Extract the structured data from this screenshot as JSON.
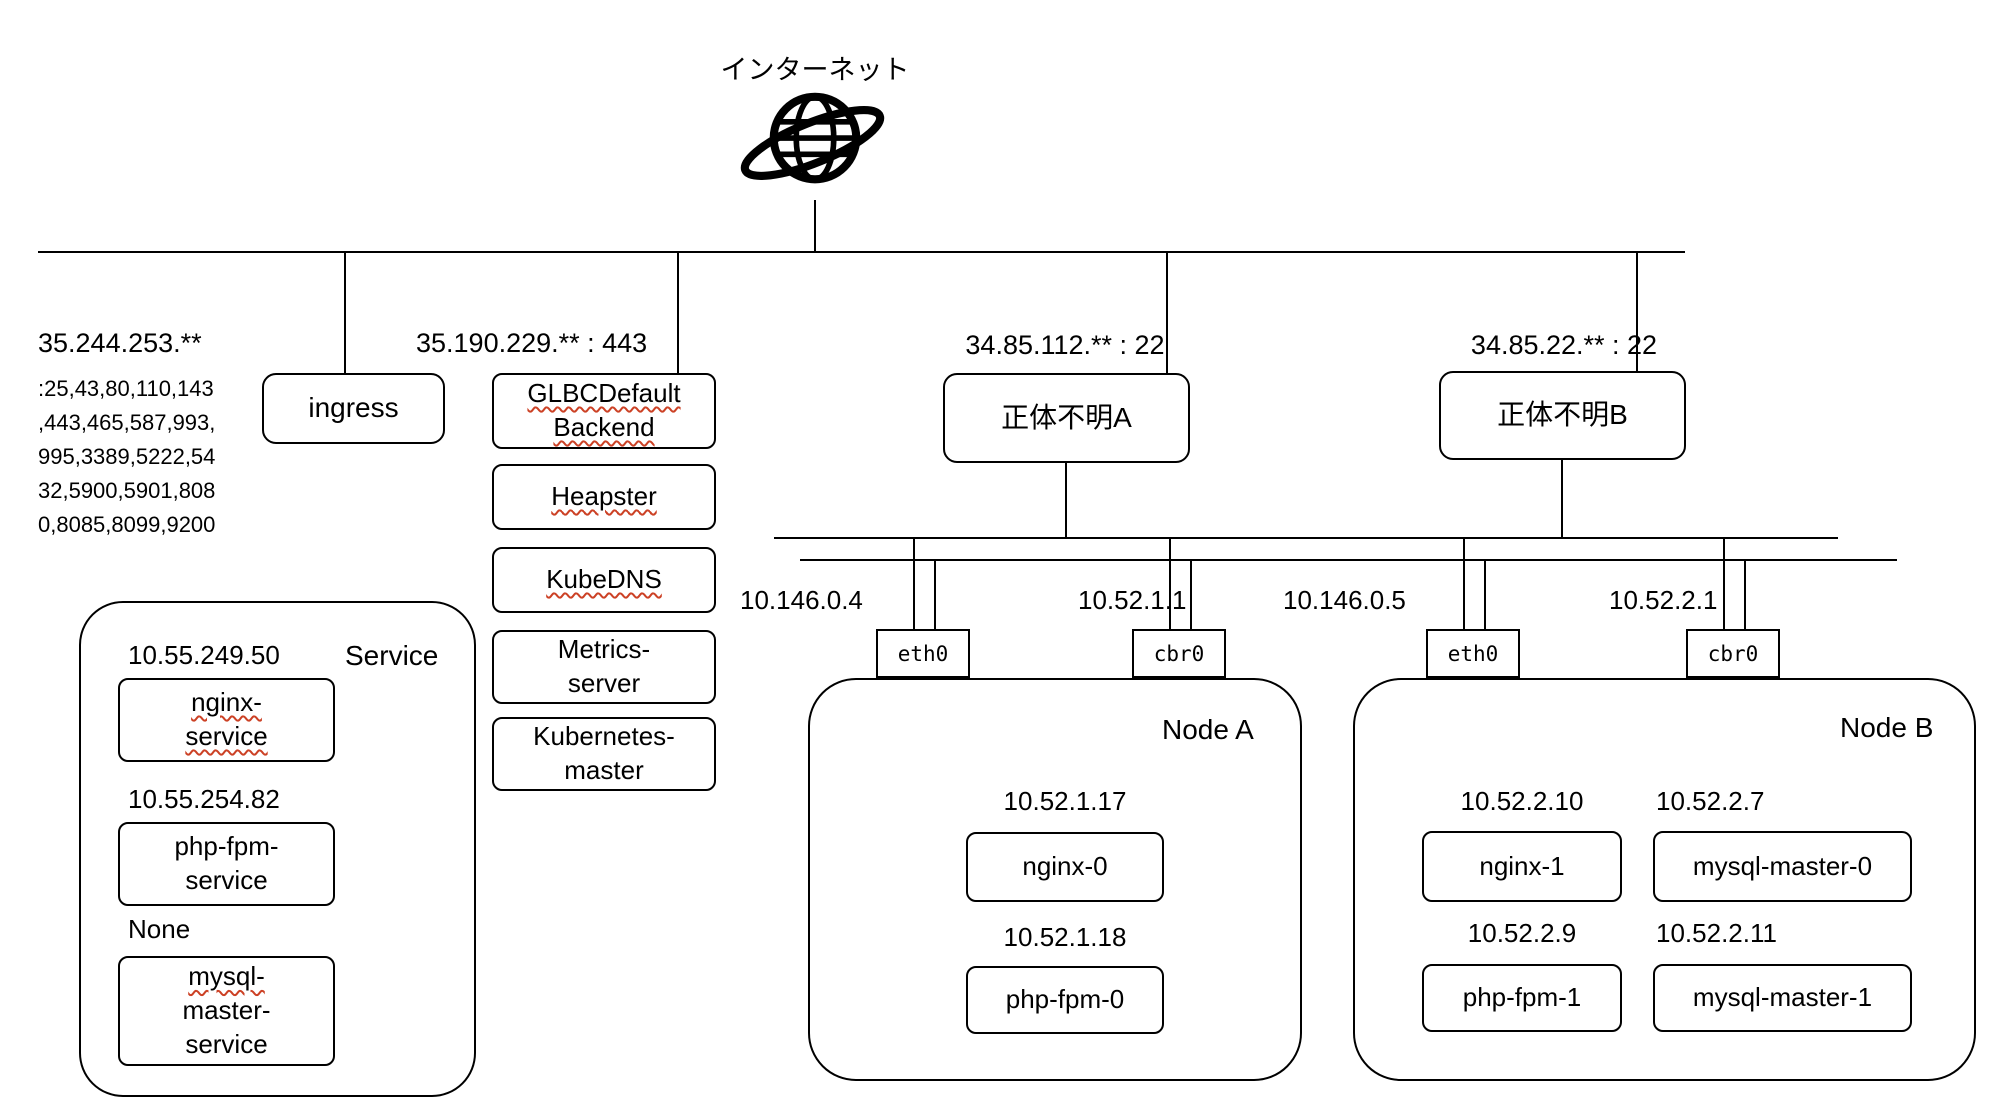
{
  "internet": {
    "label": "インターネット",
    "icon": "globe-with-orbit"
  },
  "ingress_group": {
    "ip": "35.244.253.**",
    "ports": [
      ":25,43,80,110,143",
      ",443,465,587,993,",
      "995,3389,5222,54",
      "32,5900,5901,808",
      "0,8085,8099,9200"
    ],
    "box_label": "ingress"
  },
  "master_group": {
    "ip": "35.190.229.** : 443",
    "boxes": [
      {
        "lines": [
          "GLBCDefault",
          "Backend"
        ]
      },
      {
        "lines": [
          "Heapster"
        ]
      },
      {
        "lines": [
          "KubeDNS"
        ]
      },
      {
        "lines": [
          "Metrics-",
          "server"
        ]
      },
      {
        "lines": [
          "Kubernetes-",
          "master"
        ]
      }
    ]
  },
  "unknown_a": {
    "ip": "34.85.112.** : 22",
    "label": "正体不明A"
  },
  "unknown_b": {
    "ip": "34.85.22.** : 22",
    "label": "正体不明B"
  },
  "node_a": {
    "label": "Node A",
    "eth0_label": "eth0",
    "eth0_ip": "10.146.0.4",
    "cbr0_label": "cbr0",
    "cbr0_ip": "10.52.1.1",
    "pods": [
      {
        "ip": "10.52.1.17",
        "label": "nginx-0"
      },
      {
        "ip": "10.52.1.18",
        "label": "php-fpm-0"
      }
    ]
  },
  "node_b": {
    "label": "Node B",
    "eth0_label": "eth0",
    "eth0_ip": "10.146.0.5",
    "cbr0_label": "cbr0",
    "cbr0_ip": "10.52.2.1",
    "pods": [
      {
        "ip": "10.52.2.10",
        "label": "nginx-1"
      },
      {
        "ip": "10.52.2.7",
        "label": "mysql-master-0"
      },
      {
        "ip": "10.52.2.9",
        "label": "php-fpm-1"
      },
      {
        "ip": "10.52.2.11",
        "label": "mysql-master-1"
      }
    ]
  },
  "service_group": {
    "label": "Service",
    "items": [
      {
        "ip": "10.55.249.50",
        "lines": [
          "nginx-",
          "service"
        ]
      },
      {
        "ip": "10.55.254.82",
        "lines": [
          "php-fpm-",
          "service"
        ]
      },
      {
        "ip": "None",
        "lines": [
          "mysql-",
          "master-",
          "service"
        ]
      }
    ]
  },
  "colors": {
    "line": "#000000",
    "squiggle": "#cc4125",
    "background": "#ffffff"
  }
}
